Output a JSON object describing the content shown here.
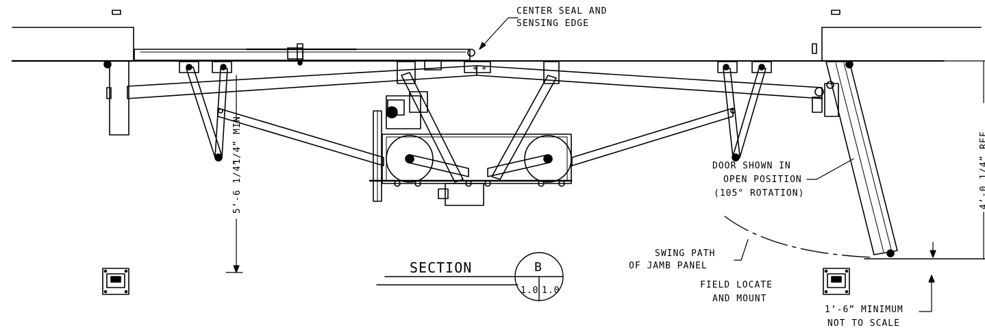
{
  "labels": {
    "center_seal_1": "CENTER SEAL AND",
    "center_seal_2": "SENSING EDGE",
    "door_shown_1": "DOOR SHOWN IN",
    "door_shown_2": "OPEN POSITION",
    "door_shown_3": "(105° ROTATION)",
    "swing_path_1": "SWING PATH",
    "swing_path_2": "OF JAMB PANEL",
    "field_locate_1": "FIELD LOCATE",
    "field_locate_2": "AND MOUNT",
    "min_note": "1’-6” MINIMUM",
    "not_to_scale": "NOT TO SCALE",
    "dim_min": "1/4” MIN",
    "dim_56": "5’-6 1/4”",
    "dim_right": "4’-0 1/4” REF"
  },
  "section_callout": {
    "word": "SECTION",
    "letter": "B",
    "ref_left": "1.0",
    "ref_right": "1.0"
  }
}
